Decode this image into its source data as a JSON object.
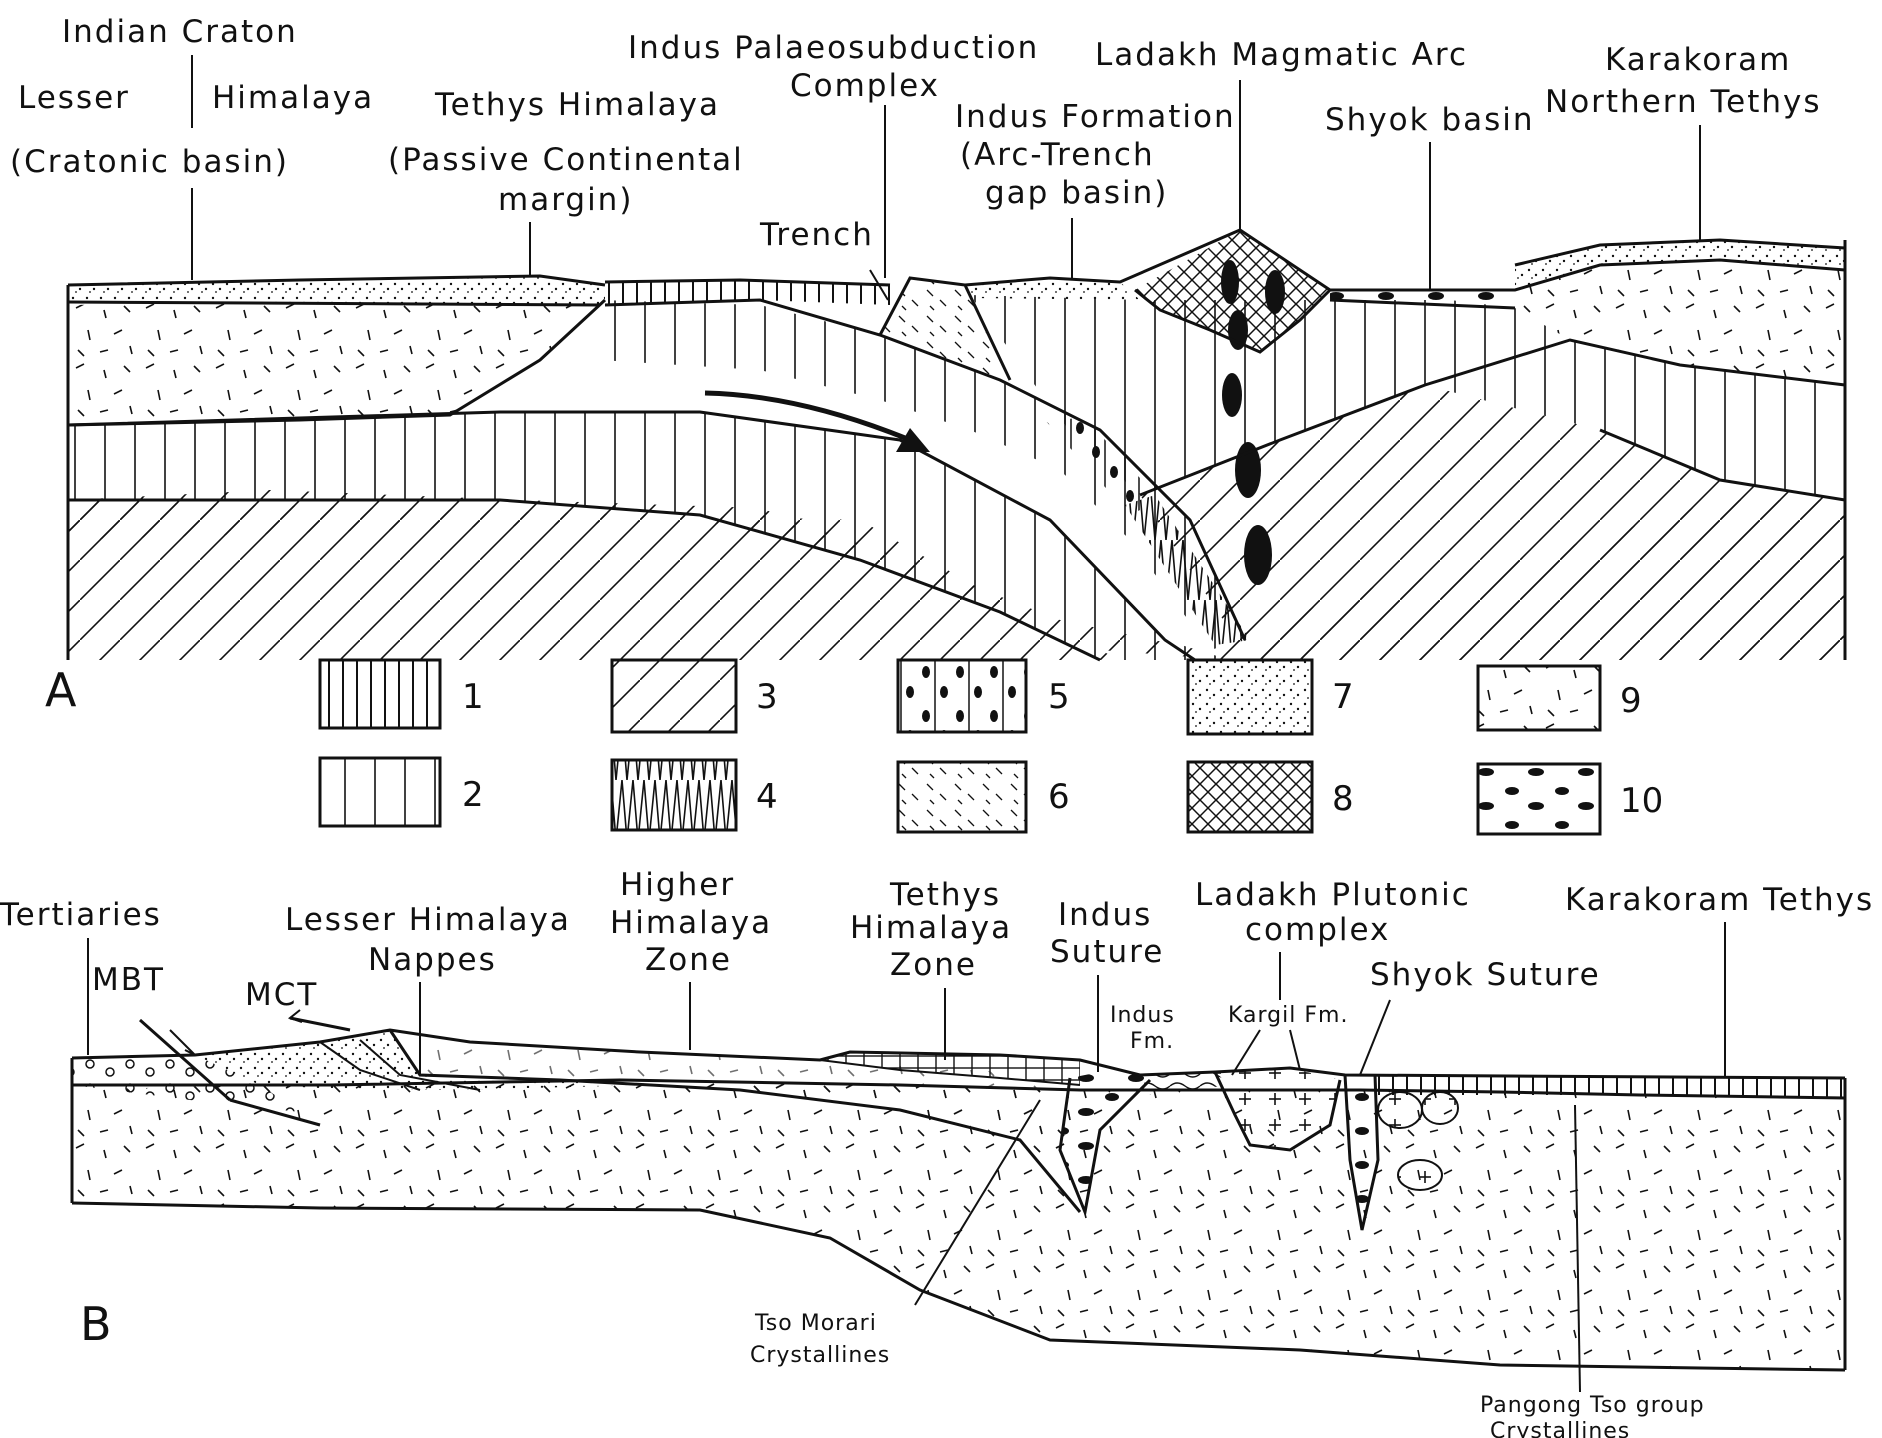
{
  "panel_a": {
    "letter": "A",
    "labels": {
      "indian_craton": "Indian Craton",
      "lesser": "Lesser",
      "cratonic_basin": "(Cratonic basin)",
      "himalaya": "Himalaya",
      "tethys_himalaya": "Tethys Himalaya",
      "passive_margin_1": "(Passive Continental",
      "passive_margin_2": "margin)",
      "palaeosubduction_1": "Indus Palaeosubduction",
      "palaeosubduction_2": "Complex",
      "trench": "Trench",
      "indus_formation": "Indus Formation",
      "arc_trench_1": "(Arc-Trench",
      "arc_trench_2": "gap basin)",
      "ladakh_arc": "Ladakh Magmatic Arc",
      "shyok_basin": "Shyok basin",
      "karakoram": "Karakoram",
      "northern_tethys": "Northern Tethys"
    }
  },
  "legend": [
    {
      "num": "1",
      "pattern": "vertical-dense"
    },
    {
      "num": "2",
      "pattern": "vertical-sparse"
    },
    {
      "num": "3",
      "pattern": "diagonal"
    },
    {
      "num": "4",
      "pattern": "zigzag"
    },
    {
      "num": "5",
      "pattern": "vertical-dots"
    },
    {
      "num": "6",
      "pattern": "dashes"
    },
    {
      "num": "7",
      "pattern": "stipple"
    },
    {
      "num": "8",
      "pattern": "crosshatch"
    },
    {
      "num": "9",
      "pattern": "random-dashes"
    },
    {
      "num": "10",
      "pattern": "blobs"
    }
  ],
  "panel_b": {
    "letter": "B",
    "labels": {
      "tertiaries": "Tertiaries",
      "mbt": "MBT",
      "mct": "MCT",
      "lesser_himalaya": "Lesser Himalaya",
      "nappes": "Nappes",
      "higher_1": "Higher",
      "higher_2": "Himalaya",
      "higher_3": "Zone",
      "tethys_1": "Tethys",
      "tethys_2": "Himalaya",
      "tethys_3": "Zone",
      "indus_suture_1": "Indus",
      "indus_suture_2": "Suture",
      "indus_fm_1": "Indus",
      "indus_fm_2": "Fm.",
      "ladakh_plutonic_1": "Ladakh Plutonic",
      "ladakh_plutonic_2": "complex",
      "kargil_fm": "Kargil Fm.",
      "shyok_suture": "Shyok Suture",
      "karakoram_tethys": "Karakoram Tethys",
      "tso_morari_1": "Tso Morari",
      "tso_morari_2": "Crystallines",
      "pangong_1": "Pangong Tso group",
      "pangong_2": "Crystallines"
    }
  }
}
